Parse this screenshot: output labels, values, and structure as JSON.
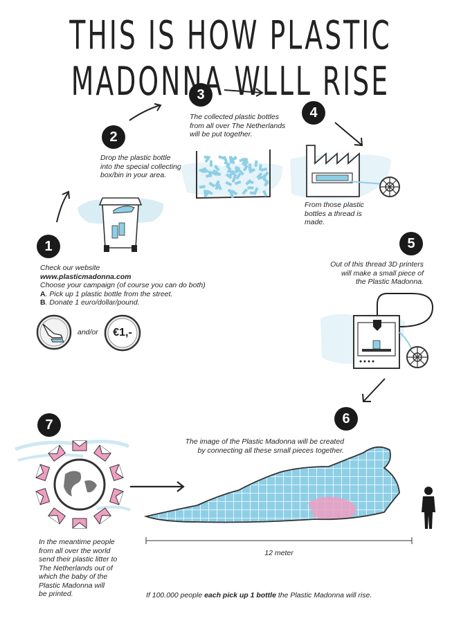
{
  "title": "THIS IS HOW PLASTIC MADONNA WLLL RISE",
  "steps": [
    {
      "number": "1",
      "lines": [
        "Check our website"
      ],
      "website": "www.plasticmadonna.com",
      "line2": "Choose your campaign (of course you can do both)",
      "option_a_key": "A",
      "option_a_text": ". Pick up 1 plastic bottle from the street.",
      "option_b_key": "B",
      "option_b_text": ". Donate 1 euro/dollar/pound.",
      "and_or": "and/or",
      "donation_amount": "€1,-"
    },
    {
      "number": "2",
      "text_1": "Drop the plastic bottle",
      "text_2": "into the special collecting",
      "text_3": "box/bin in your area."
    },
    {
      "number": "3",
      "text_1": "The collected plastic bottles",
      "text_2": "from  all over The Netherlands",
      "text_3": "will be put together."
    },
    {
      "number": "4",
      "text_1": "From those plastic",
      "text_2": "bottles a thread is",
      "text_3": "made."
    },
    {
      "number": "5",
      "text_1": "Out of this thread 3D printers",
      "text_2": "will make a small piece of",
      "text_3": "the Plastic Madonna."
    },
    {
      "number": "6",
      "text_1": "The image of the Plastic Madonna will be created",
      "text_2": "by connecting all these small pieces together."
    },
    {
      "number": "7",
      "text_1": "In the meantime people",
      "text_2": "from all over the world",
      "text_3": "send their plastic litter to",
      "text_4": "The Netherlands out of",
      "text_5": "which the baby of the",
      "text_6": "Plastic Madonna will",
      "text_7": "be printed."
    }
  ],
  "scale_label": "12 meter",
  "footer": {
    "prefix": "If 100.000 people ",
    "bold": "each pick up 1 bottle",
    "suffix": " the Plastic Madonna will rise."
  },
  "colors": {
    "accent_blue": "#8ecfe6",
    "accent_pink": "#ee9fc2",
    "ink": "#1a1a1a"
  }
}
